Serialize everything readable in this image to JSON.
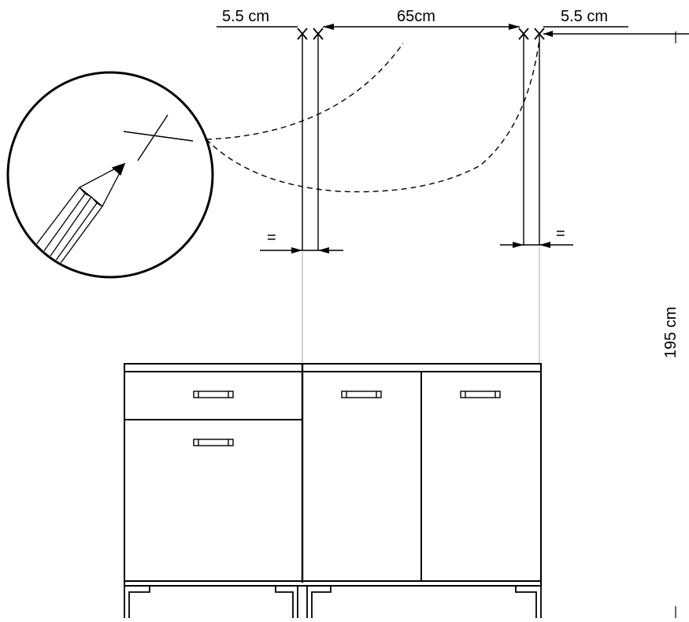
{
  "dimensions": {
    "left_offset": "5.5 cm",
    "spacing": "65cm",
    "right_offset": "5.5 cm",
    "height": "195 cm",
    "equal_left": "=",
    "equal_right": "="
  },
  "colors": {
    "line": "#000000",
    "guide": "#c0c0c0",
    "background": "#ffffff"
  },
  "icons": {
    "detail": "pencil-mark-icon",
    "marks": "cross-mark-icon"
  }
}
